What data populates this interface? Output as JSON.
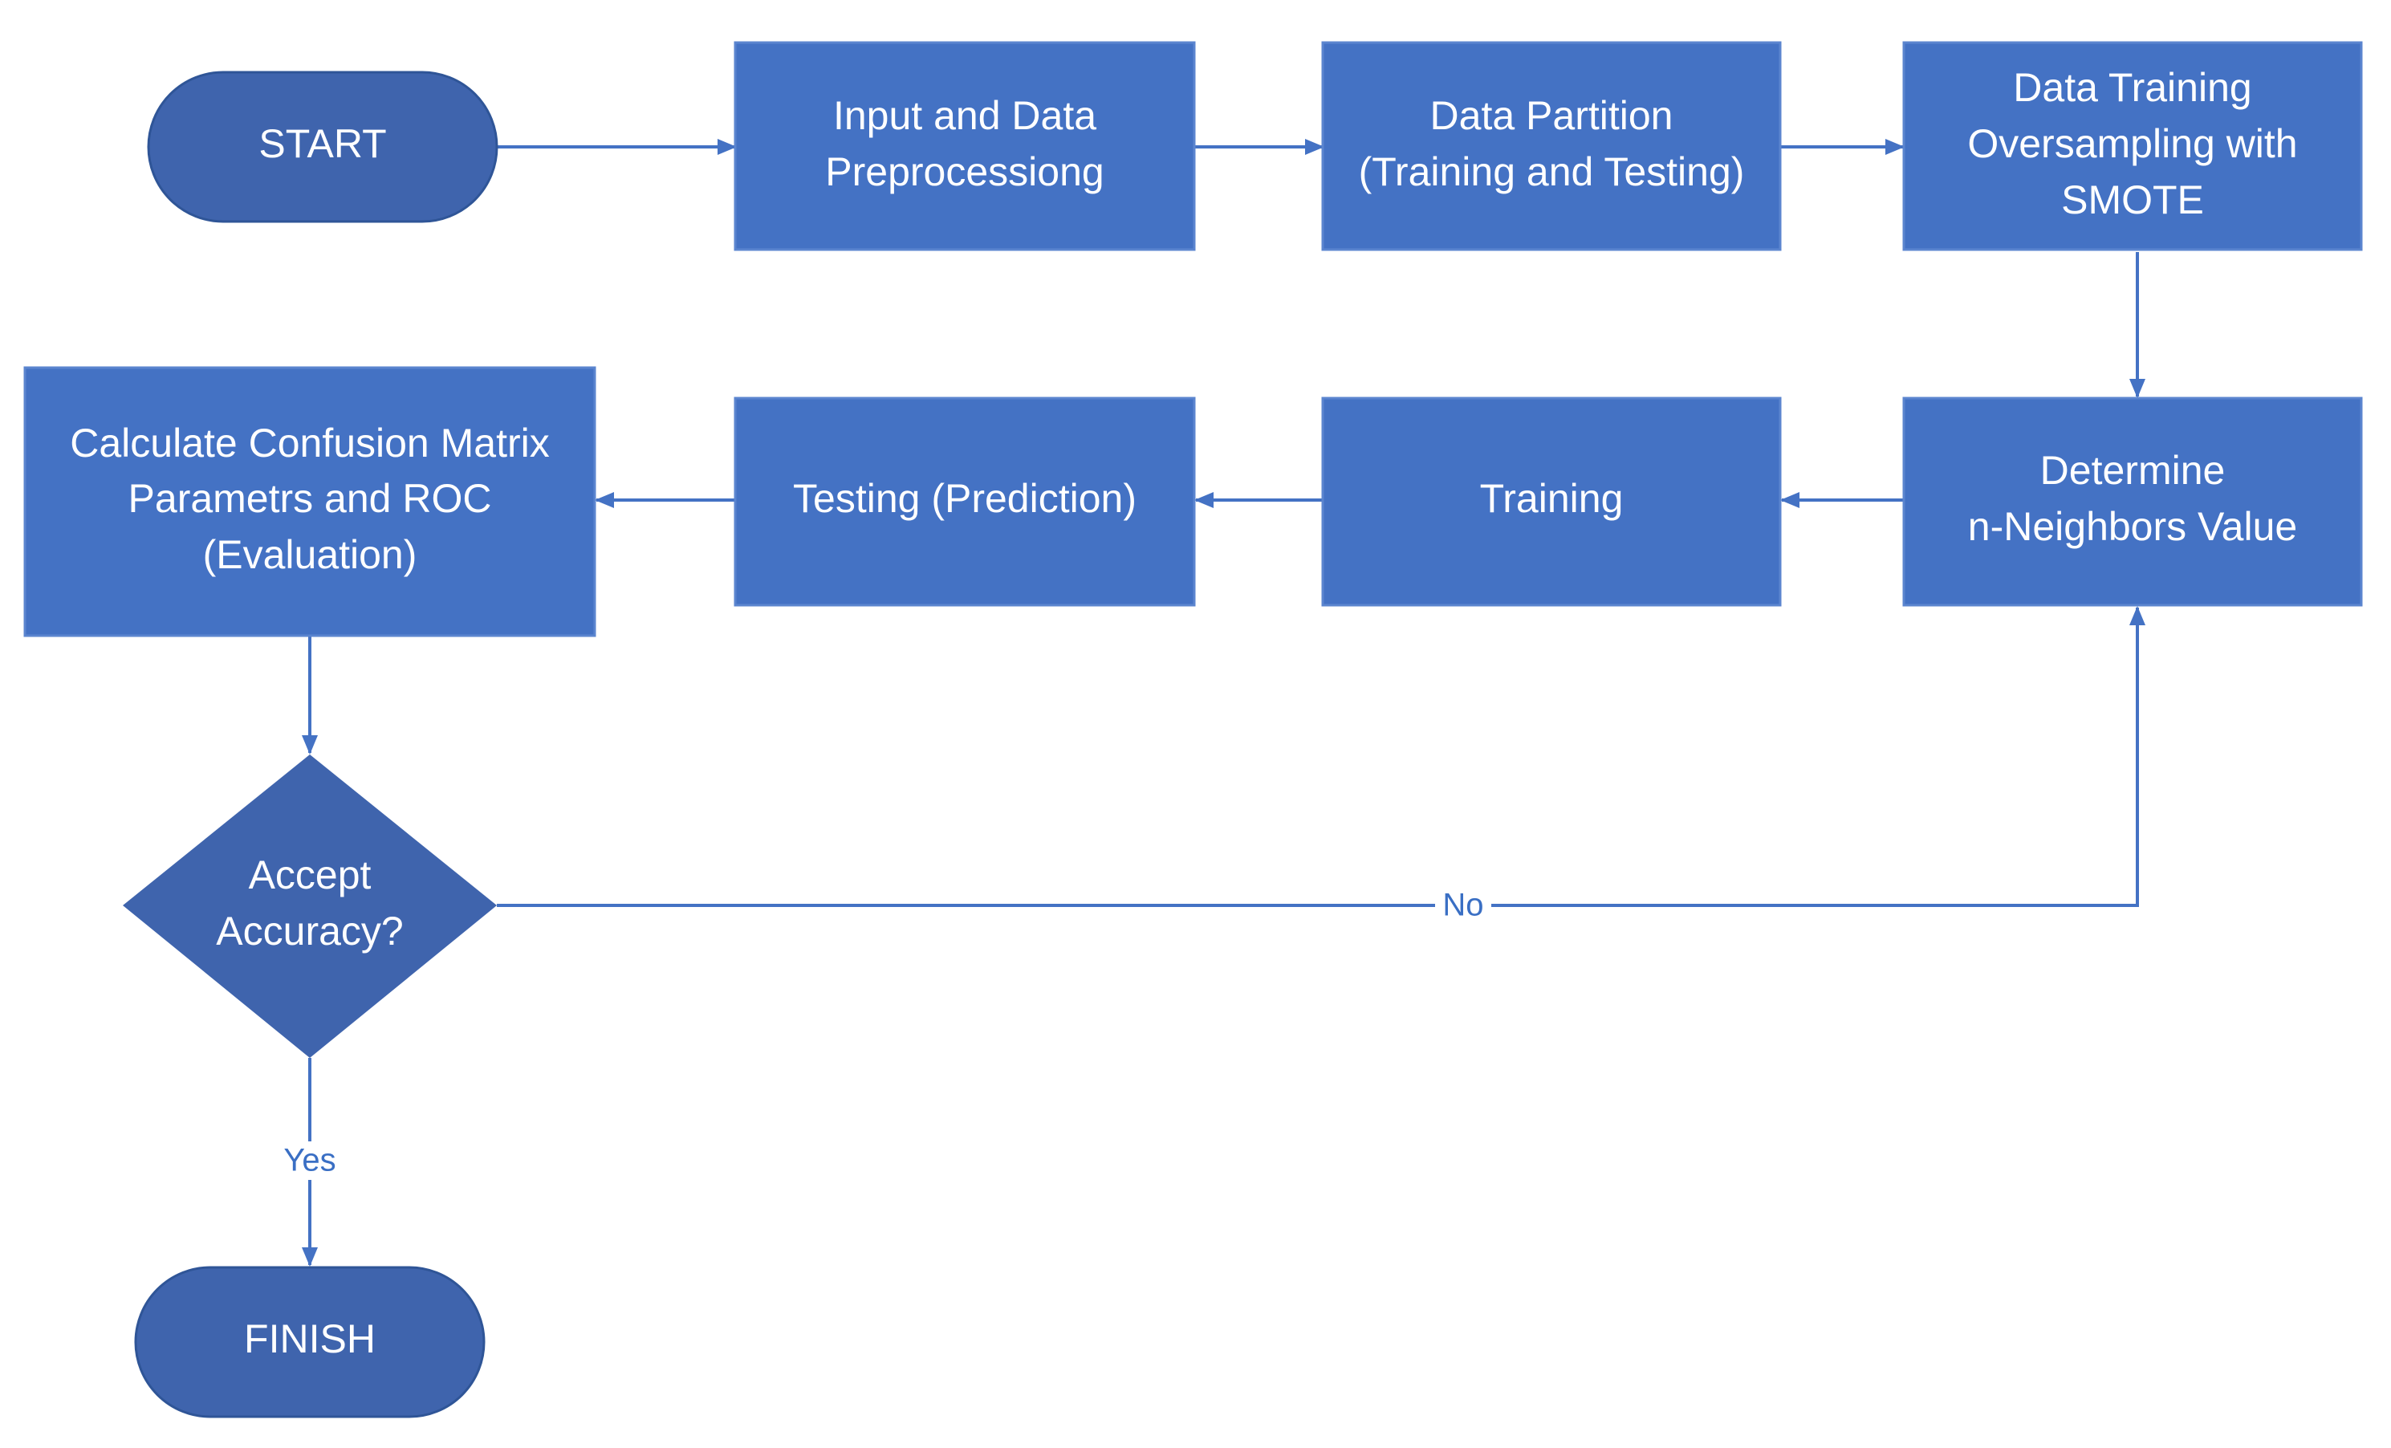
{
  "colors": {
    "terminal_fill": "#3f64ad",
    "terminal_stroke": "#2f5597",
    "process_fill": "#4472c4",
    "process_stroke": "#5b85cf",
    "decision_fill": "#3f64ad",
    "connector": "#4472c4",
    "edge_label": "#3a6fc4"
  },
  "nodes": {
    "start": {
      "label": "START"
    },
    "preprocess": {
      "lines": [
        "Input and Data",
        "Preprocessiong"
      ]
    },
    "partition": {
      "lines": [
        "Data Partition",
        "(Training and Testing)"
      ]
    },
    "smote": {
      "lines": [
        "Data Training",
        "Oversampling with",
        "SMOTE"
      ]
    },
    "neighbors": {
      "lines": [
        "Determine",
        "n-Neighbors Value"
      ]
    },
    "training": {
      "label": "Training"
    },
    "testing": {
      "label": "Testing (Prediction)"
    },
    "evaluation": {
      "lines": [
        "Calculate Confusion Matrix",
        "Parametrs and ROC",
        "(Evaluation)"
      ]
    },
    "decision": {
      "lines": [
        "Accept",
        "Accuracy?"
      ]
    },
    "finish": {
      "label": "FINISH"
    }
  },
  "edges": {
    "no_label": "No",
    "yes_label": "Yes"
  }
}
